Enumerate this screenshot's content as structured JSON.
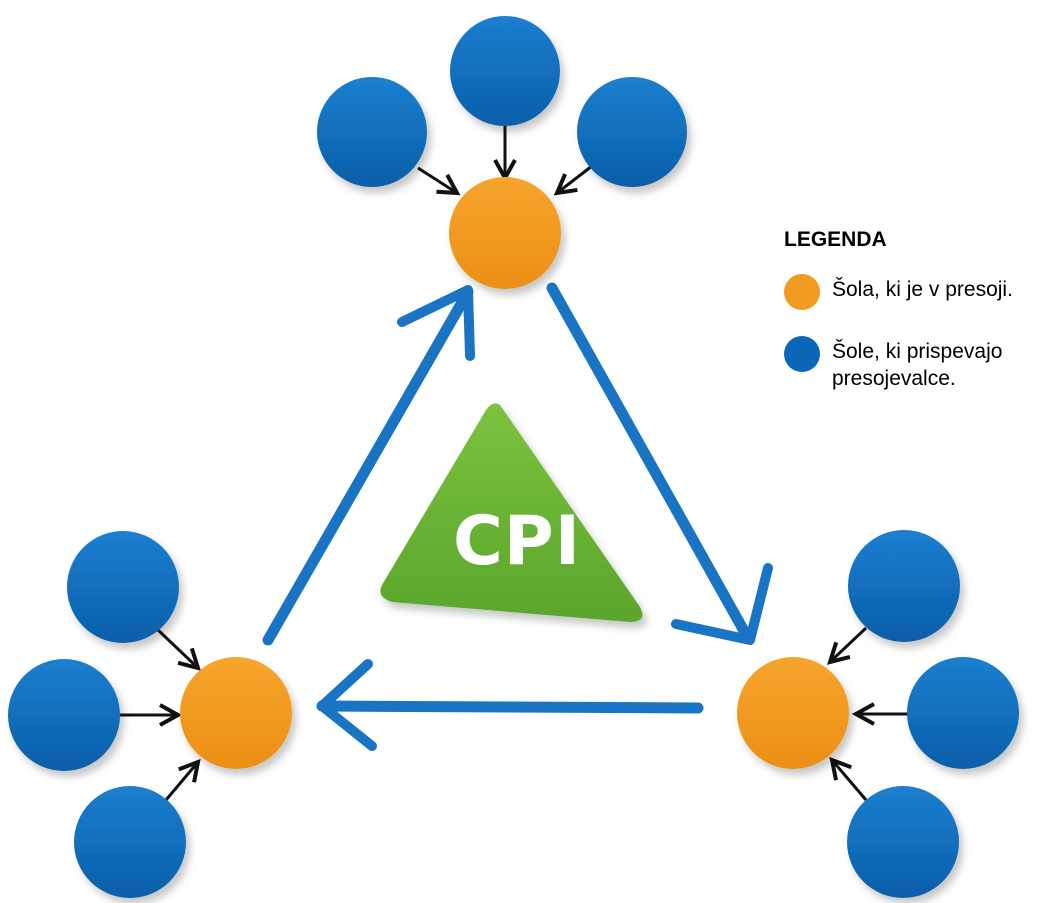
{
  "center": {
    "label": "CPI",
    "color": "#6ab534"
  },
  "legend": {
    "title": "LEGENDA",
    "items": [
      {
        "label": "Šola, ki je v presoji.",
        "color": "#f39a21"
      },
      {
        "label": "Šole, ki prispevajo presojevalce.",
        "color": "#0a66b8"
      }
    ]
  },
  "colors": {
    "school_under_review": "#f39a21",
    "contributing_school": "#0a66b8",
    "cycle_arrows": "#1a74c4",
    "connector_arrows": "#111111"
  }
}
